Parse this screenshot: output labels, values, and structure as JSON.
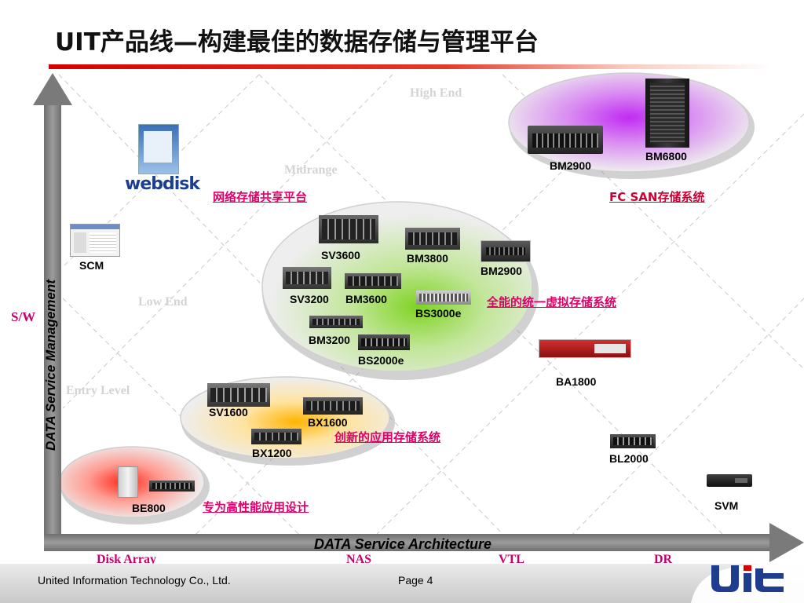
{
  "title": "UIT产品线—构建最佳的数据存储与管理平台",
  "segments": {
    "high_end": "High End",
    "midrange": "Midrange",
    "low_end": "Low End",
    "entry_level": "Entry Level"
  },
  "axes": {
    "y_title": "DATA Service Management",
    "x_title": "DATA Service Architecture",
    "sw_label": "S/W",
    "x_categories": [
      "Disk Array",
      "NAS",
      "VTL",
      "DR"
    ]
  },
  "products": {
    "bm6800": "BM6800",
    "bm2900_high": "BM2900",
    "sv3600": "SV3600",
    "bm3800": "BM3800",
    "bm2900_mid": "BM2900",
    "sv3200": "SV3200",
    "bm3600": "BM3600",
    "bs3000e": "BS3000e",
    "bm3200": "BM3200",
    "bs2000e": "BS2000e",
    "ba1800": "BA1800",
    "sv1600": "SV1600",
    "bx1600": "BX1600",
    "bx1200": "BX1200",
    "bl2000": "BL2000",
    "be800": "BE800",
    "svm": "SVM",
    "scm": "SCM"
  },
  "captions": {
    "fc_san": "FC SAN存储系统",
    "network_share": "网络存储共享平台",
    "unified_virtual": "全能的统一虚拟存储系统",
    "innovative_app": "创新的应用存储系统",
    "high_perf": "专为高性能应用设计"
  },
  "logos": {
    "webdisk": "webdisk",
    "uit": "UIT"
  },
  "footer": {
    "company": "United Information Technology Co., Ltd.",
    "page": "Page 4"
  }
}
